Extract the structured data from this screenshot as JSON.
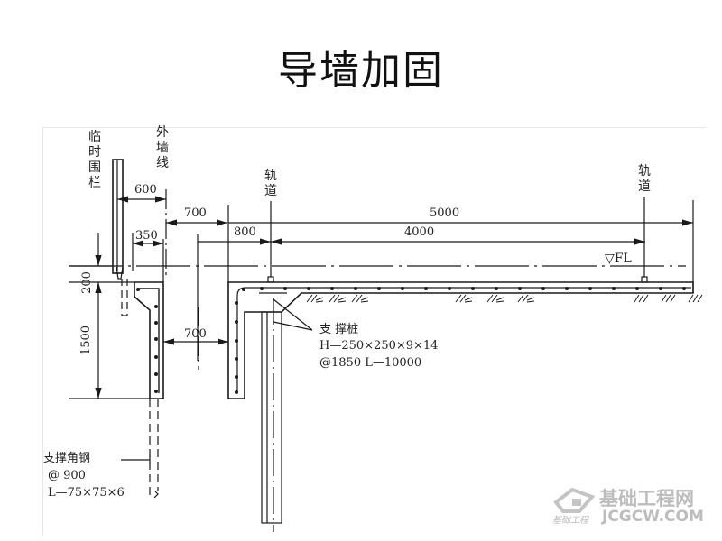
{
  "title": "导墙加固",
  "labels": {
    "temporary_fence": "临时围栏",
    "outer_wall_line": "外墙线",
    "rail_left": "轨道",
    "rail_right": "轨道",
    "floor_level": "▽FL"
  },
  "dimensions": {
    "d600": "600",
    "d350": "350",
    "d700_top": "700",
    "d800": "800",
    "d5000": "5000",
    "d4000": "4000",
    "d200": "200",
    "d1500": "1500",
    "d700_mid": "700"
  },
  "support_pile": {
    "name": "支 撑桩",
    "spec": "H—250×250×9×14",
    "spacing": "@1850  L—10000"
  },
  "support_angle": {
    "name": "支撑角钢",
    "spacing": "@ 900",
    "spec": "L—75×75×6"
  },
  "watermark": {
    "cn": "基础工程网",
    "small": "基础工程",
    "url": "JCGCW.COM"
  },
  "colors": {
    "line": "#1a1a1a",
    "watermark": "#bdbdbd"
  }
}
